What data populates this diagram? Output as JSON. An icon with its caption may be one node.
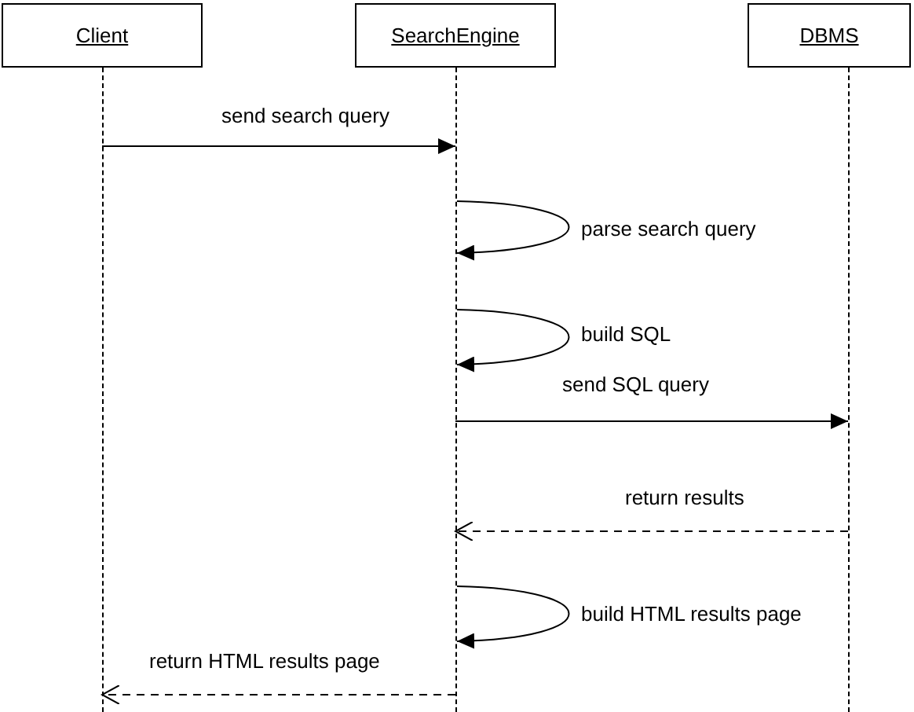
{
  "diagram": {
    "nodes": [
      {
        "text": [
          "Client"
        ]
      },
      {
        "text": [
          "SearchEngine"
        ]
      },
      {
        "text": [
          "DBMS"
        ]
      },
      {
        "text": [],
        "shape": "line"
      },
      {
        "text": [],
        "shape": "line"
      },
      {
        "text": [],
        "shape": "line"
      }
    ],
    "edges": [
      {
        "from": 3,
        "to": 4,
        "arrow": "to",
        "label": "send search query"
      },
      {
        "from": 4,
        "to": 4,
        "arrow": "to",
        "label": "parse search query"
      },
      {
        "from": 4,
        "to": 4,
        "arrow": "to",
        "label": "build SQL"
      },
      {
        "from": 4,
        "to": 5,
        "arrow": "to",
        "label": "send SQL query"
      },
      {
        "from": 5,
        "to": 4,
        "arrow": "to",
        "label": "return results",
        "style": "dashed"
      },
      {
        "from": 4,
        "to": 4,
        "arrow": "to",
        "label": "build HTML results page"
      },
      {
        "from": 4,
        "to": 3,
        "arrow": "to",
        "label": "return HTML results page",
        "style": "dashed"
      }
    ]
  }
}
